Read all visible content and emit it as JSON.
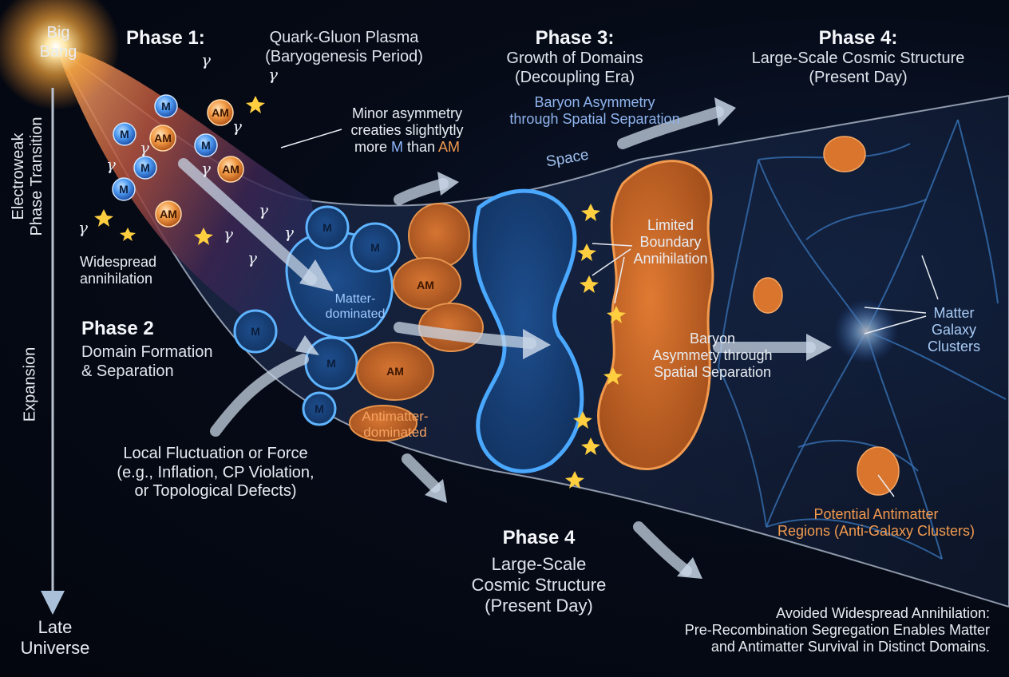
{
  "timeline": {
    "start": "Big\nBang",
    "end": "Late\nUniverse",
    "electroweak": "Electroweak\nPhase Transition",
    "expansion": "Expansion"
  },
  "phase1": {
    "title": "Phase 1:",
    "subtitle": "Quark-Gluon Plasma\n(Baryogenesis Period)"
  },
  "asymmetry_note": {
    "line1": "Minor asymmetry",
    "line2": "creaties slightlytly",
    "line3_pre": "more ",
    "line3_m": "M",
    "line3_mid": " than ",
    "line3_am": "AM"
  },
  "widespread": "Widespread\nannihilation",
  "phase2": {
    "title": "Phase 2",
    "subtitle": "Domain Formation\n& Separation"
  },
  "fluctuation": "Local Fluctuation or Force\n(e.g., Inflation, CP Violation,\nor Topological Defects)",
  "matter_dominated": "Matter-\ndominated",
  "antimatter_dominated": "Antimatter-\ndominated",
  "phase3": {
    "title": "Phase 3:",
    "subtitle": "Growth of Domains\n(Decoupling Era)",
    "note": "Baryon Asymmetry\nthrough Spatial Separation"
  },
  "space": "Space",
  "limited_boundary": "Limited\nBoundary\nAnnihilation",
  "baryon_mid": "Baryon\nAsymmety through\nSpatial Separation",
  "phase4_top": {
    "title": "Phase 4:",
    "subtitle": "Large-Scale Cosmic Structure\n(Present Day)"
  },
  "matter_clusters": "Matter\nGalaxy\nClusters",
  "antimatter_regions": "Potential Antimatter\nRegions (Anti-Galaxy Clusters)",
  "phase4_bottom": {
    "title": "Phase 4",
    "subtitle": "Large-Scale\nCosmic Structure\n(Present Day)"
  },
  "conclusion": "Avoided Widespread Annihilation:\nPre-Recombination Segregation Enables Matter\nand Antimatter Survival in Distinct Domains.",
  "particles": {
    "matter": "M",
    "antimatter": "AM",
    "photon": "γ"
  },
  "colors": {
    "matter": "#3f8ff0",
    "antimatter": "#e8782a",
    "photon_star": "#ffcf40",
    "filament": "#4aa3ff"
  }
}
